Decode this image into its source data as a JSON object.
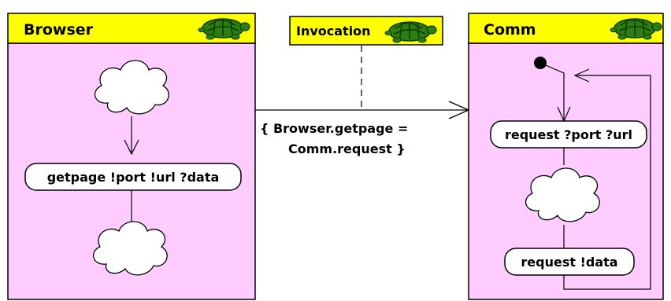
{
  "browser": {
    "title": "Browser",
    "icon": "turtle-icon",
    "state_label": "getpage !port !url ?data",
    "header_color": "#ffff00",
    "body_color": "#ffccff"
  },
  "invocation": {
    "title": "Invocation",
    "icon": "turtle-icon",
    "constraint_line1": "{ Browser.getpage =",
    "constraint_line2": "Comm.request }"
  },
  "comm": {
    "title": "Comm",
    "icon": "turtle-icon",
    "state1_label": "request ?port ?url",
    "state2_label": "request !data",
    "header_color": "#ffff00",
    "body_color": "#ffccff"
  },
  "colors": {
    "turtle_shell": "#2e7d12",
    "turtle_pattern": "#0a3d02"
  }
}
